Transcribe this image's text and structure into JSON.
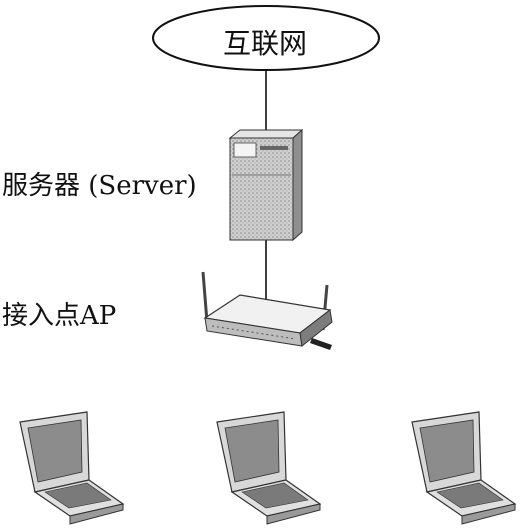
{
  "nodes": {
    "internet": {
      "label": "互联网"
    },
    "server": {
      "label": "服务器 (Server)"
    },
    "access_point": {
      "label": "接入点AP"
    },
    "laptops": [
      {
        "icon": "laptop-icon"
      },
      {
        "icon": "laptop-icon"
      },
      {
        "icon": "laptop-icon"
      }
    ]
  },
  "connections": [
    {
      "from": "internet",
      "to": "server"
    },
    {
      "from": "server",
      "to": "access_point"
    }
  ]
}
